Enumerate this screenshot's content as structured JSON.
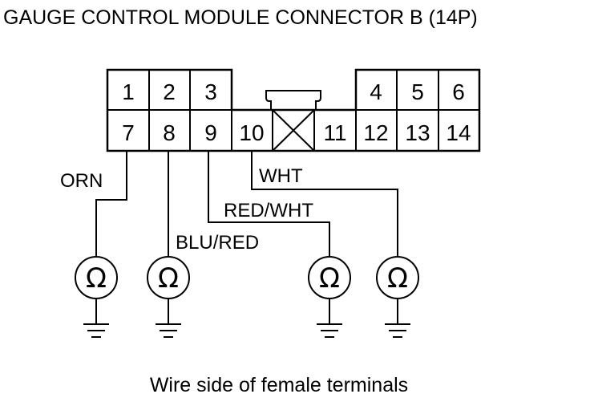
{
  "title": "GAUGE CONTROL MODULE CONNECTOR B (14P)",
  "caption": "Wire side of female terminals",
  "connector": {
    "top_left_pins": [
      "1",
      "2",
      "3"
    ],
    "top_right_pins": [
      "4",
      "5",
      "6"
    ],
    "bottom_pins": [
      "7",
      "8",
      "9",
      "10",
      "11",
      "12",
      "13",
      "14"
    ]
  },
  "wires": [
    {
      "pin": "7",
      "color": "ORN"
    },
    {
      "pin": "8",
      "color": "BLU/RED"
    },
    {
      "pin": "9",
      "color": "RED/WHT"
    },
    {
      "pin": "10",
      "color": "WHT"
    }
  ],
  "meters": [
    {
      "symbol": "Ω"
    },
    {
      "symbol": "Ω"
    },
    {
      "symbol": "Ω"
    },
    {
      "symbol": "Ω"
    }
  ]
}
